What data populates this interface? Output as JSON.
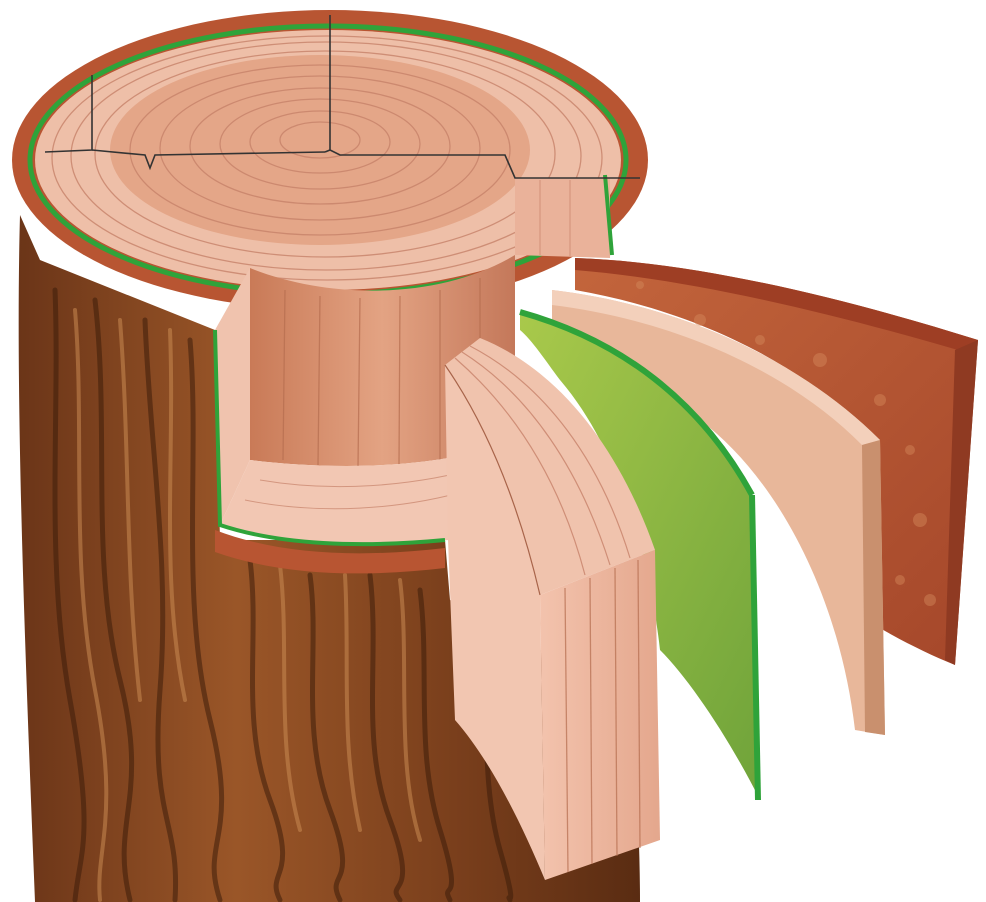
{
  "colors": {
    "background": "#ffffff",
    "bark_dark": "#5a2e14",
    "bark_mid": "#8a4a22",
    "bark_light": "#b8763e",
    "outer_bark_layer": "#b85532",
    "inner_bark_layer": "#e5b393",
    "cambium_layer": "#8dbb34",
    "cambium_line": "#2fa33a",
    "sapwood": "#eeb9a2",
    "heartwood": "#d68e6e",
    "ring_line": "#b9775d",
    "guide_line": "#333333"
  },
  "parts": [
    {
      "id": "outer-bark",
      "icon": "outer-bark-slab"
    },
    {
      "id": "inner-bark",
      "icon": "inner-bark-slab"
    },
    {
      "id": "cambium",
      "icon": "cambium-layer"
    },
    {
      "id": "sapwood",
      "icon": "sapwood-block"
    },
    {
      "id": "heartwood",
      "icon": "heartwood-core"
    }
  ]
}
